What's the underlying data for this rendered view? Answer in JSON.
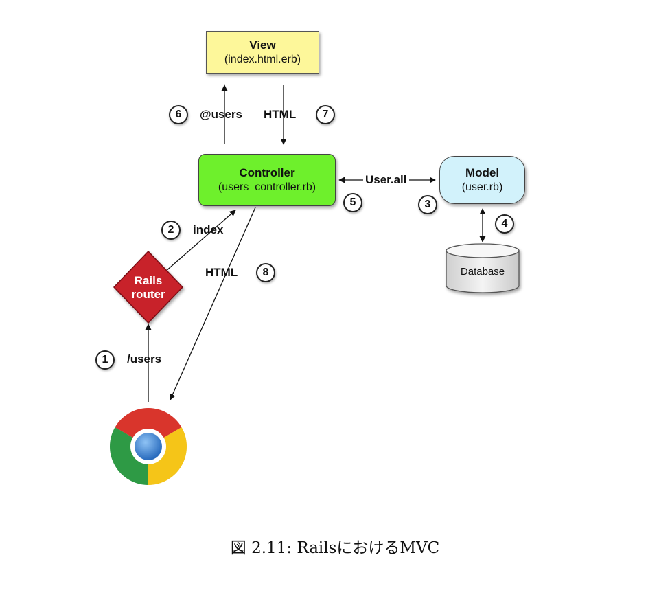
{
  "view": {
    "title": "View",
    "file": "(index.html.erb)"
  },
  "controller": {
    "title": "Controller",
    "file": "(users_controller.rb)"
  },
  "model": {
    "title": "Model",
    "file": "(user.rb)"
  },
  "database": {
    "label": "Database"
  },
  "router": {
    "line1": "Rails",
    "line2": "router"
  },
  "browser": {
    "icon": "chrome-browser-icon"
  },
  "edges": {
    "users_path": "/users",
    "index": "index",
    "user_all": "User.all",
    "at_users": "@users",
    "html_to_view": "HTML",
    "html_to_browser": "HTML"
  },
  "steps": [
    "1",
    "2",
    "3",
    "4",
    "5",
    "6",
    "7",
    "8"
  ],
  "caption": "図 2.11:  RailsにおけるMVC",
  "colors": {
    "view": "#fdf79a",
    "controller": "#6ef02c",
    "model": "#d2f2fb",
    "router": "#c8202a",
    "database": "#e6e6e6"
  }
}
